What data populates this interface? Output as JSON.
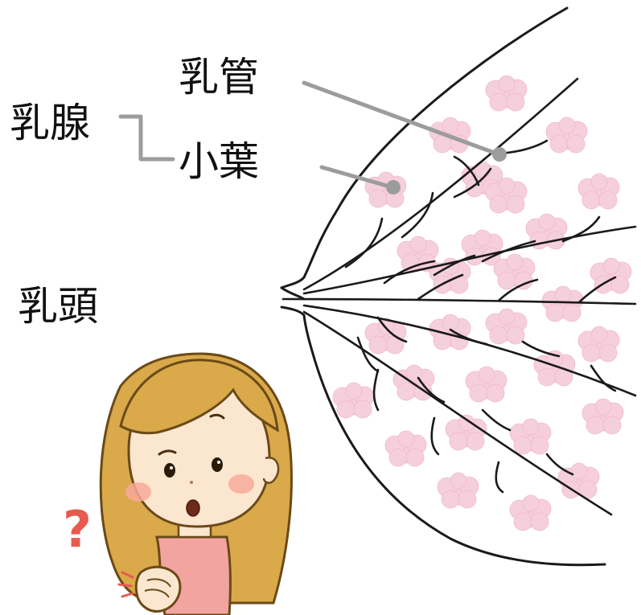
{
  "labels": {
    "mammary_gland": "乳腺",
    "duct": "乳管",
    "lobule": "小葉",
    "nipple": "乳頭"
  },
  "decor": {
    "question_mark": "?"
  },
  "colors": {
    "outline": "#1a1a1a",
    "lobule_pink": "#f6cfdd",
    "lobule_pink_edge": "#efb9cc",
    "leader_gray": "#9c9c9c",
    "hair": "#d9a94a",
    "hair_outline": "#6b4a18",
    "skin": "#fbe6cf",
    "cheek": "#f7a99a",
    "top": "#f2a5a0",
    "question": "#e85a4f"
  }
}
